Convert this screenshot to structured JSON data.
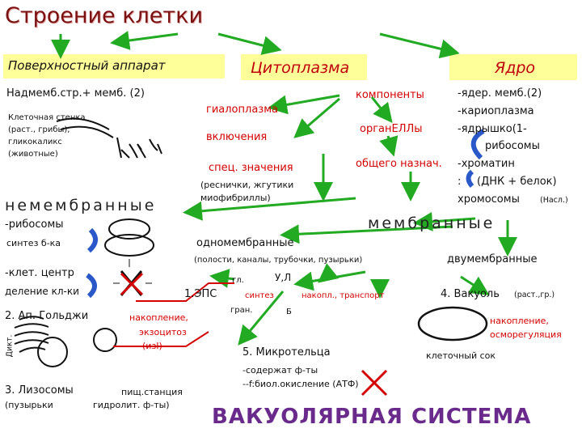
{
  "title": "Строение клетки",
  "surface": {
    "label": "Поверхностный аппарат",
    "membrane": "Надмемб.стр.+ мемб. (2)",
    "wall_lines": [
      "Клеточная стенка",
      "(раст., грибы),",
      "гликокаликс",
      "(животные)"
    ]
  },
  "cytoplasm": {
    "label": "Цитоплазма",
    "components": "компоненты",
    "hyaloplasm": "гиалоплазма",
    "inclusions": "включения",
    "organelles": "органЕЛЛы",
    "special": "спец. значения",
    "special_examples": [
      "(реснички, жгутики",
      "миофибриллы)"
    ],
    "general": "общего назнач."
  },
  "nucleus": {
    "label": "Ядро",
    "items": [
      "-ядер. мемб.(2)",
      "-кариоплазма",
      "-ядрышко(1-",
      "рибосомы",
      "-хроматин",
      "(ДНК + белок)",
      "хромосомы"
    ],
    "note": "(Насл.)",
    "colon": ":"
  },
  "nonmembrane": {
    "label": "немембранные",
    "ribosomes": "-рибосомы",
    "ribosomes_fn": "синтез б-ка",
    "centre": "-клет. центр",
    "centre_fn": "деление кл-ки",
    "golgi": "2. Ап. Гольджи",
    "golgi_side": "Дикт.",
    "golgi_fn": [
      "накопление,",
      "экзоцитоз",
      "(изI)"
    ],
    "lysosomes": "3. Лизосомы",
    "lysosomes_sub": "(пузырьки",
    "lysosomes_fn1": "пищ.станция",
    "lysosomes_fn2": "гидролит. ф-ты)"
  },
  "membrane": {
    "label": "мембранные",
    "single": "одномембранные",
    "single_desc": "(полости, каналы, трубочки, пузырьки)",
    "double": "двумембранные",
    "eps": "1.ЭПС",
    "gl": "гл.",
    "uvl": "У,Л",
    "synth": "синтез",
    "accum": "накопл., транспорт",
    "gran": "гран.",
    "b": "Б",
    "vacuole": "4. Вакуоль",
    "vacuole_note": "(раст.,гр.)",
    "vacuole_fn": [
      "накопление,",
      "осморегуляция"
    ],
    "cell_sap": "клеточный сок",
    "microbody": "5. Микротельца",
    "microbody_fn1": "-содержат ф-ты",
    "microbody_fn2": "--f:биол.окисление (АТФ)"
  },
  "bottom": "ВАКУОЛЯРНАЯ СИСТЕМА",
  "colors": {
    "arrow": "#22aa22",
    "box": "#ffff99",
    "header": "#c0000a",
    "title": "#7a1010",
    "bottom": "#6a2a8c",
    "cross": "#d40000",
    "blue": "#2a58c8"
  }
}
